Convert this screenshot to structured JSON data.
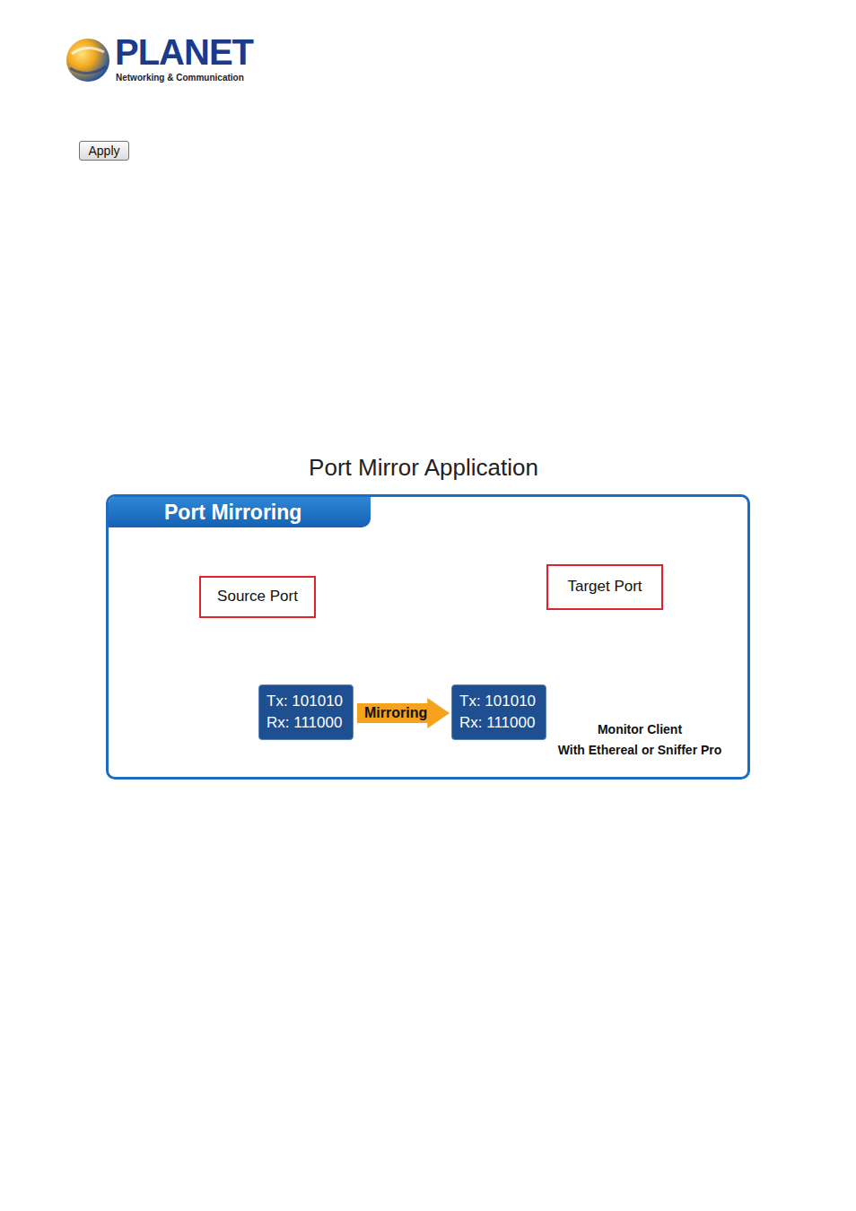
{
  "diagram": {
    "title": "Port Mirror Application",
    "nodes": [
      {
        "text": [
          "Apply"
        ]
      },
      {
        "text": [
          "Port Mirroring"
        ]
      },
      {
        "text": [
          "Source Port"
        ],
        "in": 1
      },
      {
        "text": [
          "Target Port"
        ],
        "in": 1
      },
      {
        "text": [
          "Tx: 101010",
          "Rx: 111000"
        ],
        "in": 1
      },
      {
        "text": [
          "Mirroring"
        ],
        "in": 1
      },
      {
        "text": [
          "Tx: 101010",
          "Rx: 111000"
        ],
        "in": 1
      }
    ],
    "labels": [
      "PLANET",
      "Networking & Communication",
      "Monitor Client",
      "With Ethereal or Sniffer Pro"
    ]
  }
}
